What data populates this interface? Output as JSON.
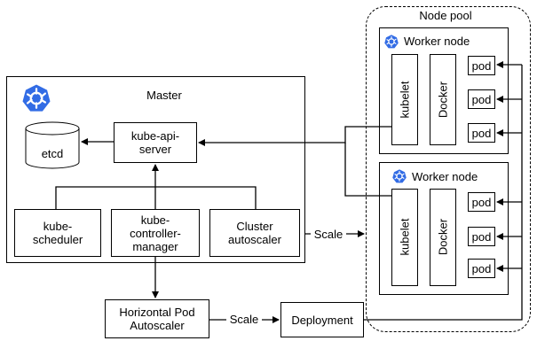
{
  "node_pool": {
    "title": "Node pool"
  },
  "master": {
    "title": "Master"
  },
  "components": {
    "etcd": "etcd",
    "api_server": "kube-api-\nserver",
    "scheduler": "kube-\nscheduler",
    "controller_manager": "kube-\ncontroller-\nmanager",
    "cluster_autoscaler": "Cluster\nautoscaler",
    "hpa": "Horizontal Pod\nAutoscaler",
    "deployment": "Deployment"
  },
  "edges": {
    "scale_1": "Scale",
    "scale_2": "Scale"
  },
  "worker_nodes": [
    {
      "title": "Worker node",
      "kubelet": "kubelet",
      "runtime": "Docker",
      "pods": [
        "pod",
        "pod",
        "pod"
      ]
    },
    {
      "title": "Worker node",
      "kubelet": "kubelet",
      "runtime": "Docker",
      "pods": [
        "pod",
        "pod",
        "pod"
      ]
    }
  ],
  "colors": {
    "kubernetes_blue": "#326CE5"
  }
}
